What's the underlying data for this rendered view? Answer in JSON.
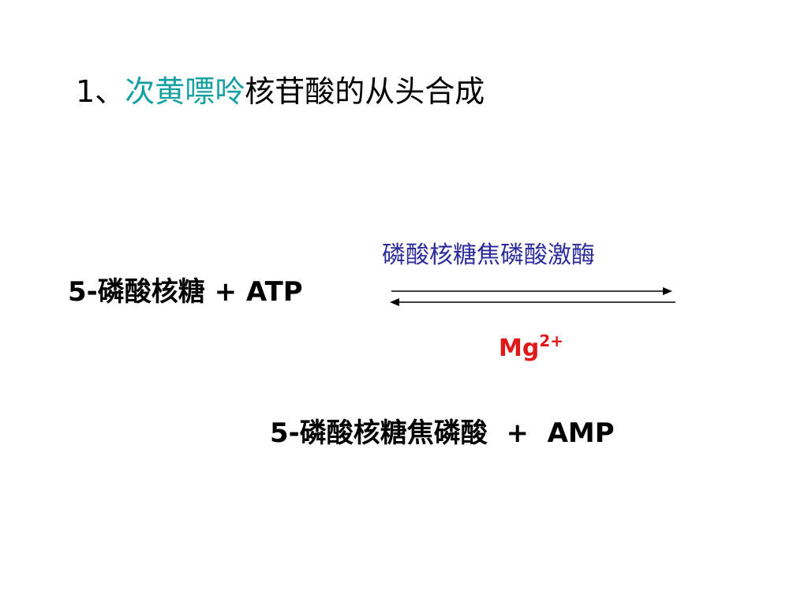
{
  "title": {
    "number": "1、",
    "highlight": "次黄嘌呤",
    "rest": "核苷酸的从头合成"
  },
  "reaction": {
    "substrate": "5-磷酸核糖 + ATP",
    "enzyme": "磷酸核糖焦磷酸激酶",
    "cofactor_base": "Mg",
    "cofactor_charge": "2+",
    "product": "5-磷酸核糖焦磷酸  +  AMP"
  },
  "colors": {
    "highlight": "#14a0a0",
    "enzyme": "#2b2b9b",
    "cofactor": "#e01818",
    "text": "#000000"
  }
}
